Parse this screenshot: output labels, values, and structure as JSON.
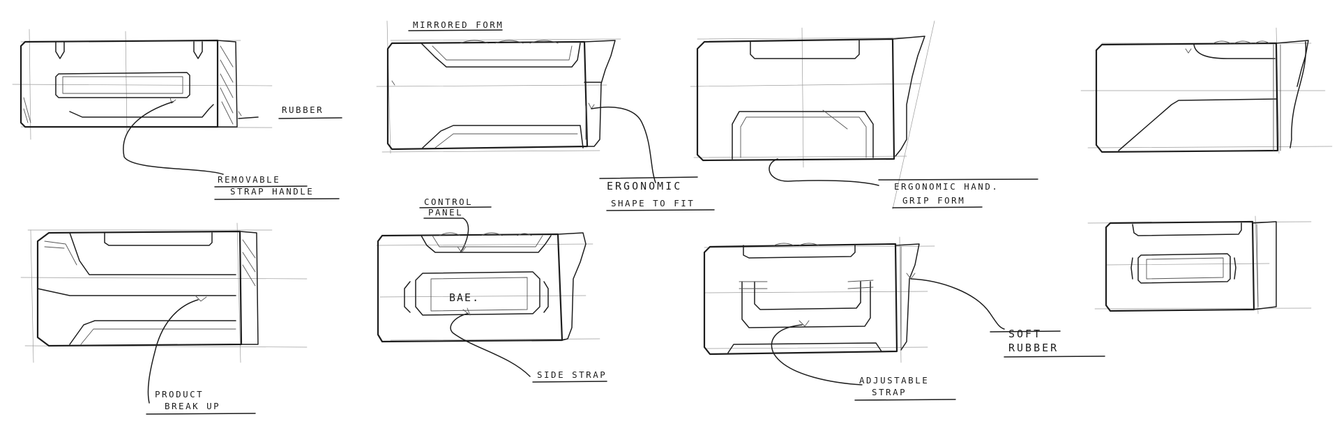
{
  "annotations": {
    "mirrored_form": "MIRRORED FORM",
    "rubber": "RUBBER",
    "removable_strap_handle_1": "REMOVABLE",
    "removable_strap_handle_2": "STRAP HANDLE",
    "ergonomic_shape_1": "ERGONOMIC",
    "ergonomic_shape_2": "SHAPE TO FIT",
    "ergonomic_hand_1": "ERGONOMIC HAND.",
    "ergonomic_hand_2": "GRIP FORM",
    "control_panel_1": "CONTROL",
    "control_panel_2": "PANEL",
    "bae": "BAE.",
    "side_strap": "SIDE STRAP",
    "product_break_up_1": "PRODUCT",
    "product_break_up_2": "BREAK UP",
    "adjustable_strap_1": "ADJUSTABLE",
    "adjustable_strap_2": "STRAP",
    "soft_rubber_1": "SOFT",
    "soft_rubber_2": "RUBBER"
  },
  "colors": {
    "ink": "#1d1d1d",
    "paper": "#ffffff"
  }
}
